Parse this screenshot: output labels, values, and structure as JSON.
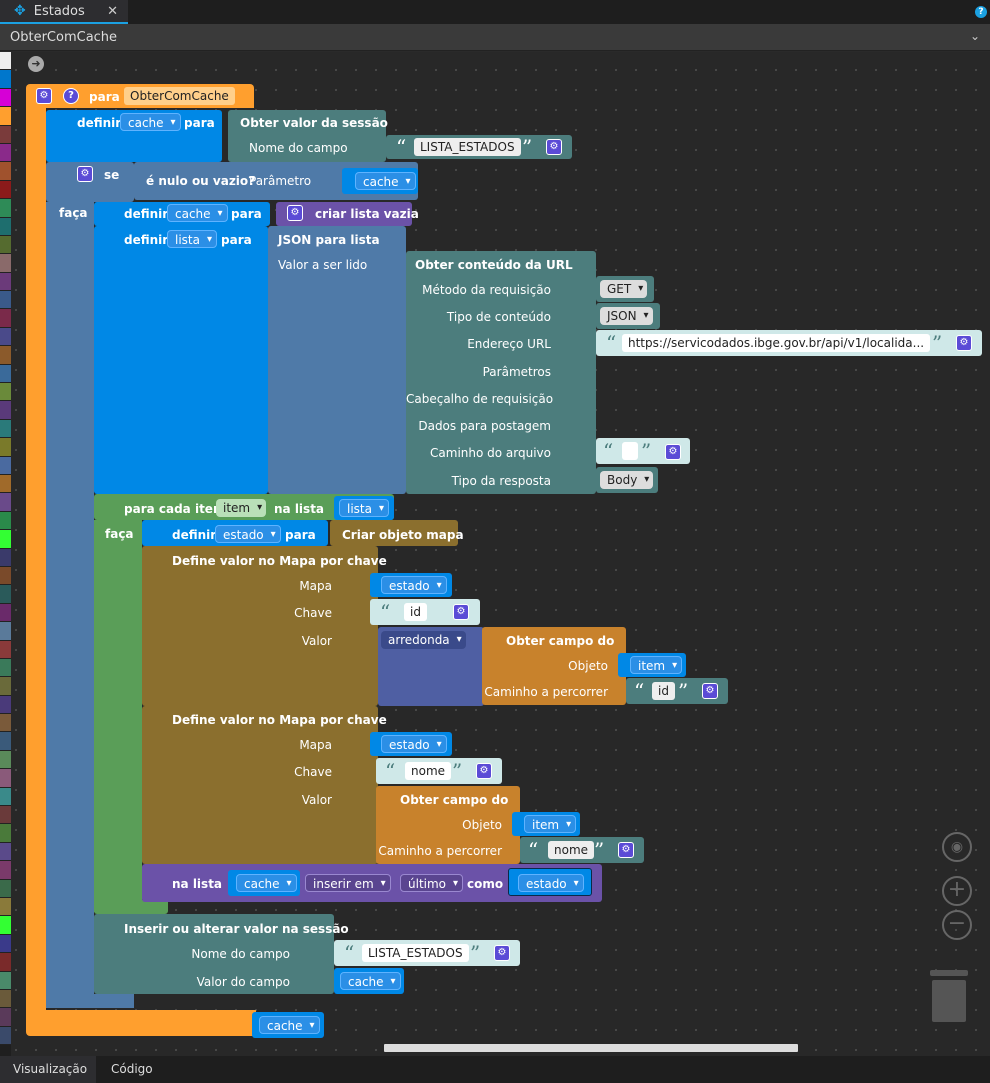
{
  "tab": {
    "title": "Estados",
    "close": "✕",
    "icon": "puzzle-icon"
  },
  "selector": {
    "value": "ObterComCache"
  },
  "bottom_tabs": [
    "Visualização",
    "Código"
  ],
  "blocks": {
    "proc": {
      "para": "para",
      "name": "ObterComCache"
    },
    "def1": {
      "definir": "definir",
      "var": "cache",
      "para": "para",
      "value_title": "Obter valor da sessão",
      "field_label": "Nome do campo",
      "field_value": "LISTA_ESTADOS"
    },
    "if": {
      "se": "se",
      "faca": "faça",
      "cond": "é nulo ou vazio?",
      "param": "Parâmetro",
      "var": "cache"
    },
    "def2": {
      "definir": "definir",
      "var": "cache",
      "para": "para",
      "value": "criar lista vazia"
    },
    "def3": {
      "definir": "definir",
      "var": "lista",
      "para": "para",
      "json_title": "JSON para lista",
      "json_label": "Valor a ser lido",
      "url_title": "Obter conteúdo da URL",
      "fields": [
        "Método da requisição",
        "Tipo de conteúdo",
        "Endereço URL",
        "Parâmetros",
        "Cabeçalho de requisição",
        "Dados para postagem",
        "Caminho do arquivo",
        "Tipo da resposta"
      ],
      "method": "GET",
      "content_type": "JSON",
      "url": "https://servicodados.ibge.gov.br/api/v1/localida...",
      "file_path": "",
      "response_type": "Body"
    },
    "foreach": {
      "title": "para cada item",
      "var": "item",
      "na_lista": "na lista",
      "list": "lista",
      "faca": "faça"
    },
    "def4": {
      "definir": "definir",
      "var": "estado",
      "para": "para",
      "value": "Criar objeto mapa"
    },
    "map1": {
      "title": "Define valor no Mapa por chave",
      "mapa": "Mapa",
      "chave": "Chave",
      "valor": "Valor",
      "map_var": "estado",
      "key": "id",
      "round": "arredonda",
      "get_title": "Obter campo do",
      "objeto": "Objeto",
      "obj_var": "item",
      "path_label": "Caminho a percorrer",
      "path": "id"
    },
    "map2": {
      "title": "Define valor no Mapa por chave",
      "mapa": "Mapa",
      "chave": "Chave",
      "valor": "Valor",
      "map_var": "estado",
      "key": "nome",
      "get_title": "Obter campo do",
      "objeto": "Objeto",
      "obj_var": "item",
      "path_label": "Caminho a percorrer",
      "path": "nome"
    },
    "insert": {
      "na_lista": "na lista",
      "list": "cache",
      "mode": "inserir em",
      "pos": "último",
      "como": "como",
      "value": "estado"
    },
    "session": {
      "title": "Inserir ou alterar valor na sessão",
      "name_label": "Nome do campo",
      "name_value": "LISTA_ESTADOS",
      "value_label": "Valor do campo",
      "value_var": "cache"
    },
    "ret": {
      "var": "cache"
    }
  },
  "colors": {
    "orange": "#ff9f2e",
    "blue": "#0088e6",
    "teal": "#4c7d7d",
    "slate": "#4f7aa8",
    "green": "#5a9e58",
    "olive": "#8b6f2e",
    "purple": "#6b52a8",
    "brown": "#c8822c",
    "violet": "#4f5fa3"
  }
}
